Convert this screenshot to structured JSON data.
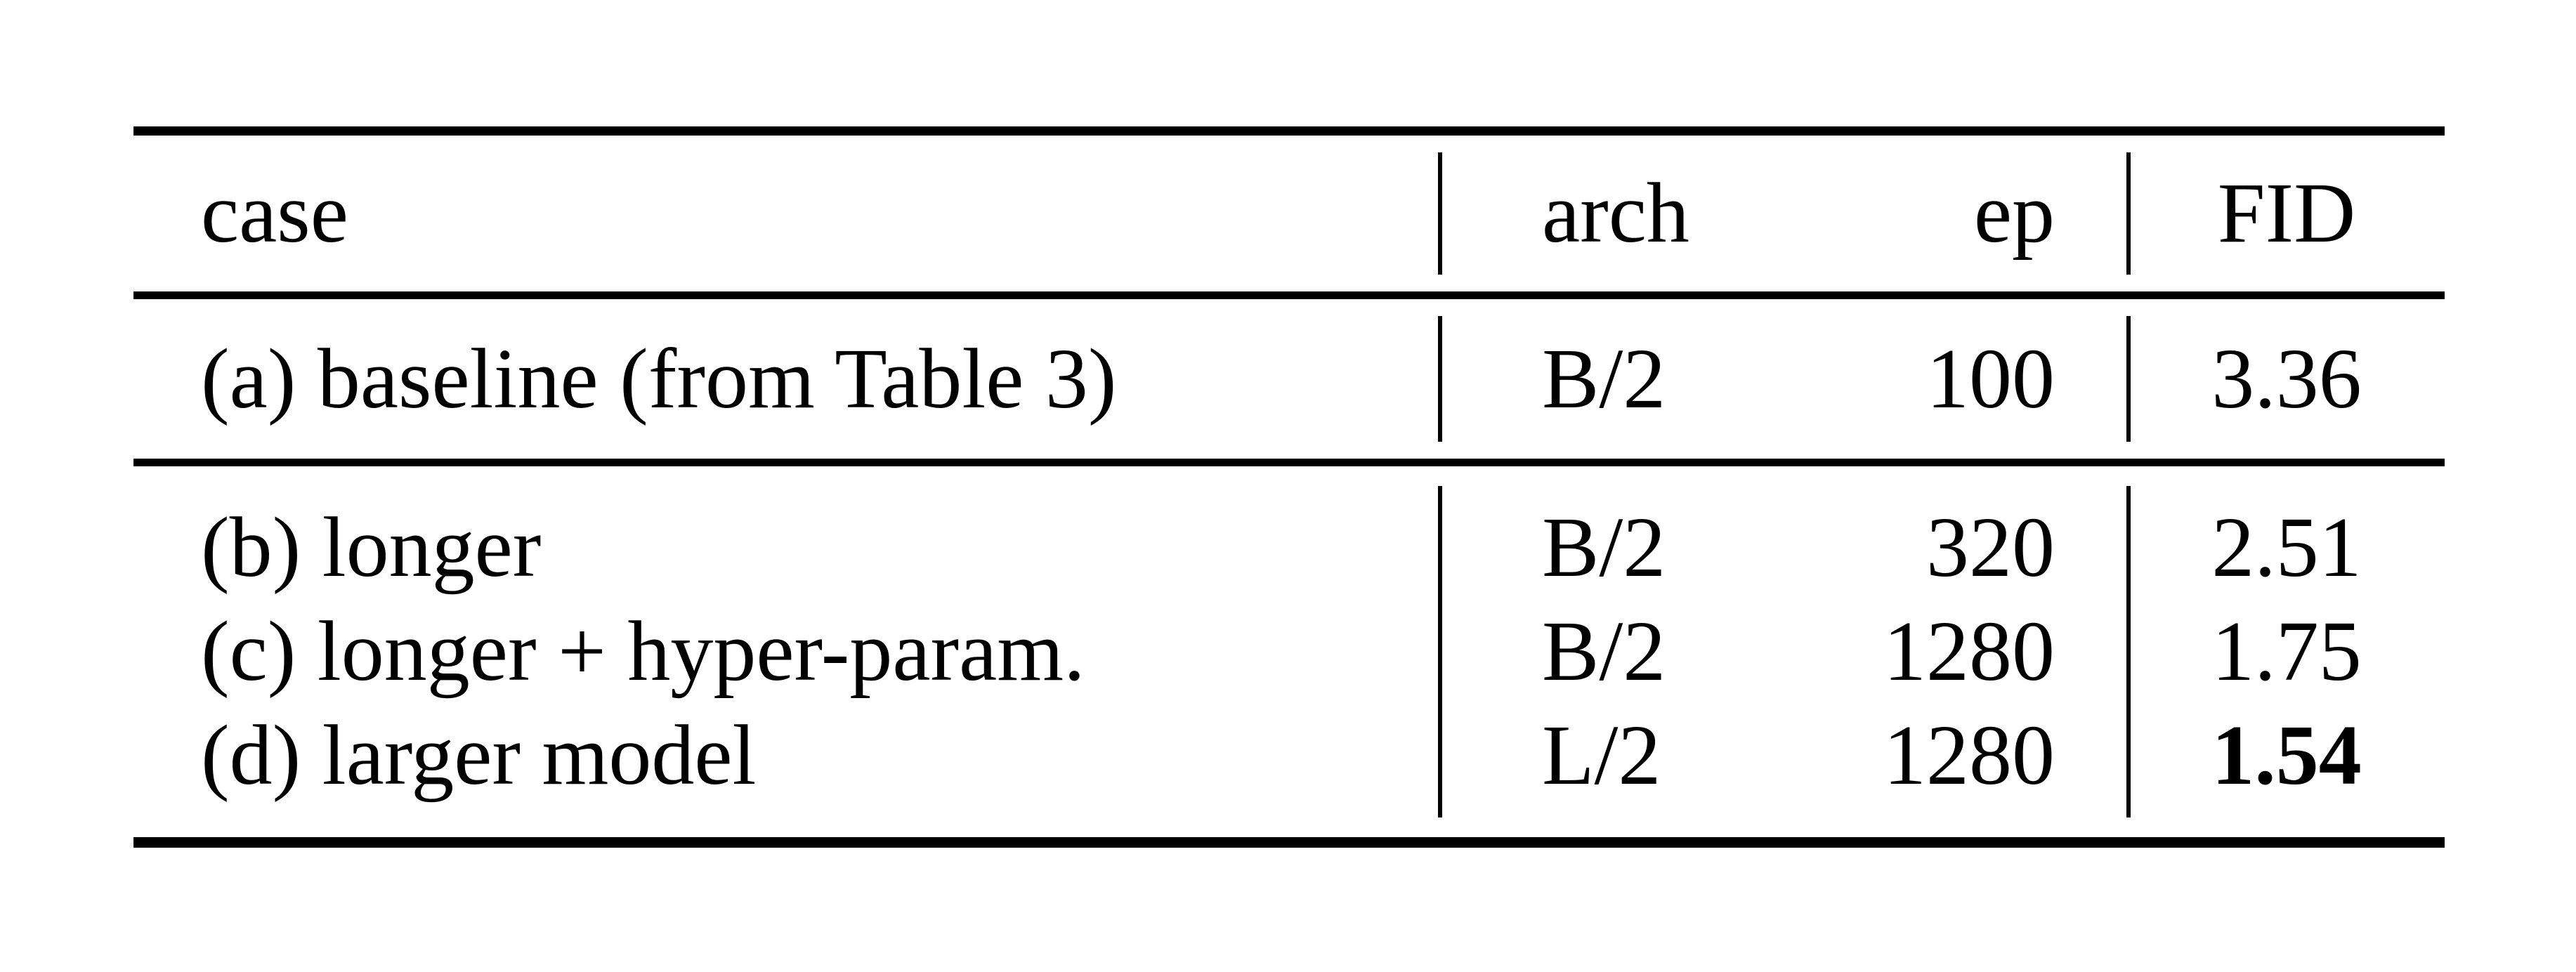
{
  "colors": {
    "background": "#ffffff",
    "text": "#000000",
    "rule": "#000000"
  },
  "table": {
    "header": {
      "case": "case",
      "arch": "arch",
      "ep": "ep",
      "fid": "FID"
    },
    "groups": [
      {
        "rows": [
          {
            "case": "(a) baseline (from Table 3)",
            "arch": "B/2",
            "ep": "100",
            "fid": "3.36",
            "fid_bold": false
          }
        ]
      },
      {
        "rows": [
          {
            "case": "(b) longer",
            "arch": "B/2",
            "ep": "320",
            "fid": "2.51",
            "fid_bold": false
          },
          {
            "case": "(c) longer + hyper-param.",
            "arch": "B/2",
            "ep": "1280",
            "fid": "1.75",
            "fid_bold": false
          },
          {
            "case": "(d) larger model",
            "arch": "L/2",
            "ep": "1280",
            "fid": "1.54",
            "fid_bold": true
          }
        ]
      }
    ]
  }
}
